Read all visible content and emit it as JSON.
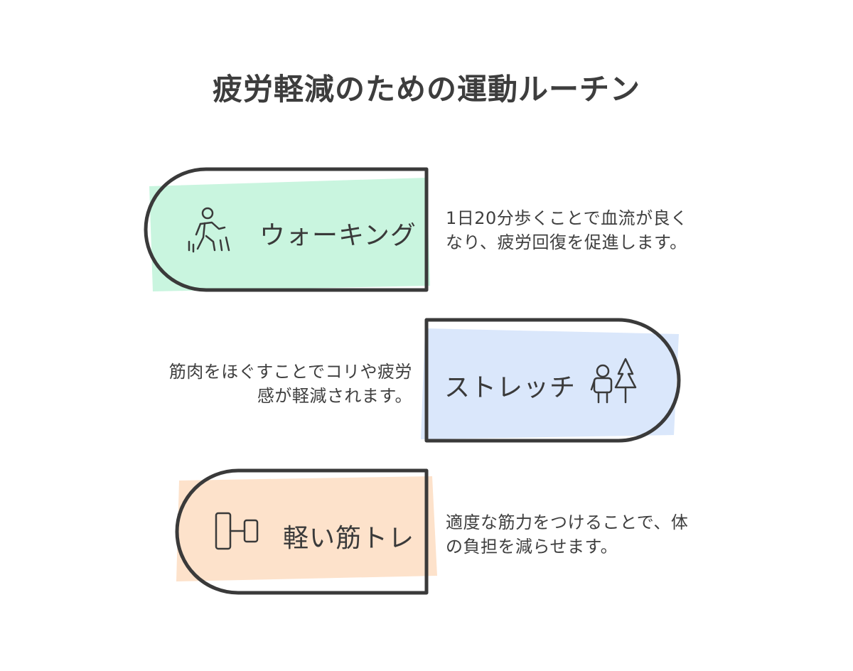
{
  "title": "疲労軽減のための運動ルーチン",
  "items": [
    {
      "label": "ウォーキング",
      "icon": "walking-person-icon",
      "color": "#c9f5df",
      "description_lines": [
        "1日20分歩くことで血流が良く",
        "なり、疲労回復を促進します。"
      ]
    },
    {
      "label": "ストレッチ",
      "icon": "hiker-tree-icon",
      "color": "#dae7fb",
      "description_lines": [
        "筋肉をほぐすことでコリや疲労",
        "感が軽減されます。"
      ]
    },
    {
      "label": "軽い筋トレ",
      "icon": "dumbbell-icon",
      "color": "#fde2cb",
      "description_lines": [
        "適度な筋力をつけることで、体",
        "の負担を減らせます。"
      ]
    }
  ],
  "stroke_color": "#3a3a3a"
}
